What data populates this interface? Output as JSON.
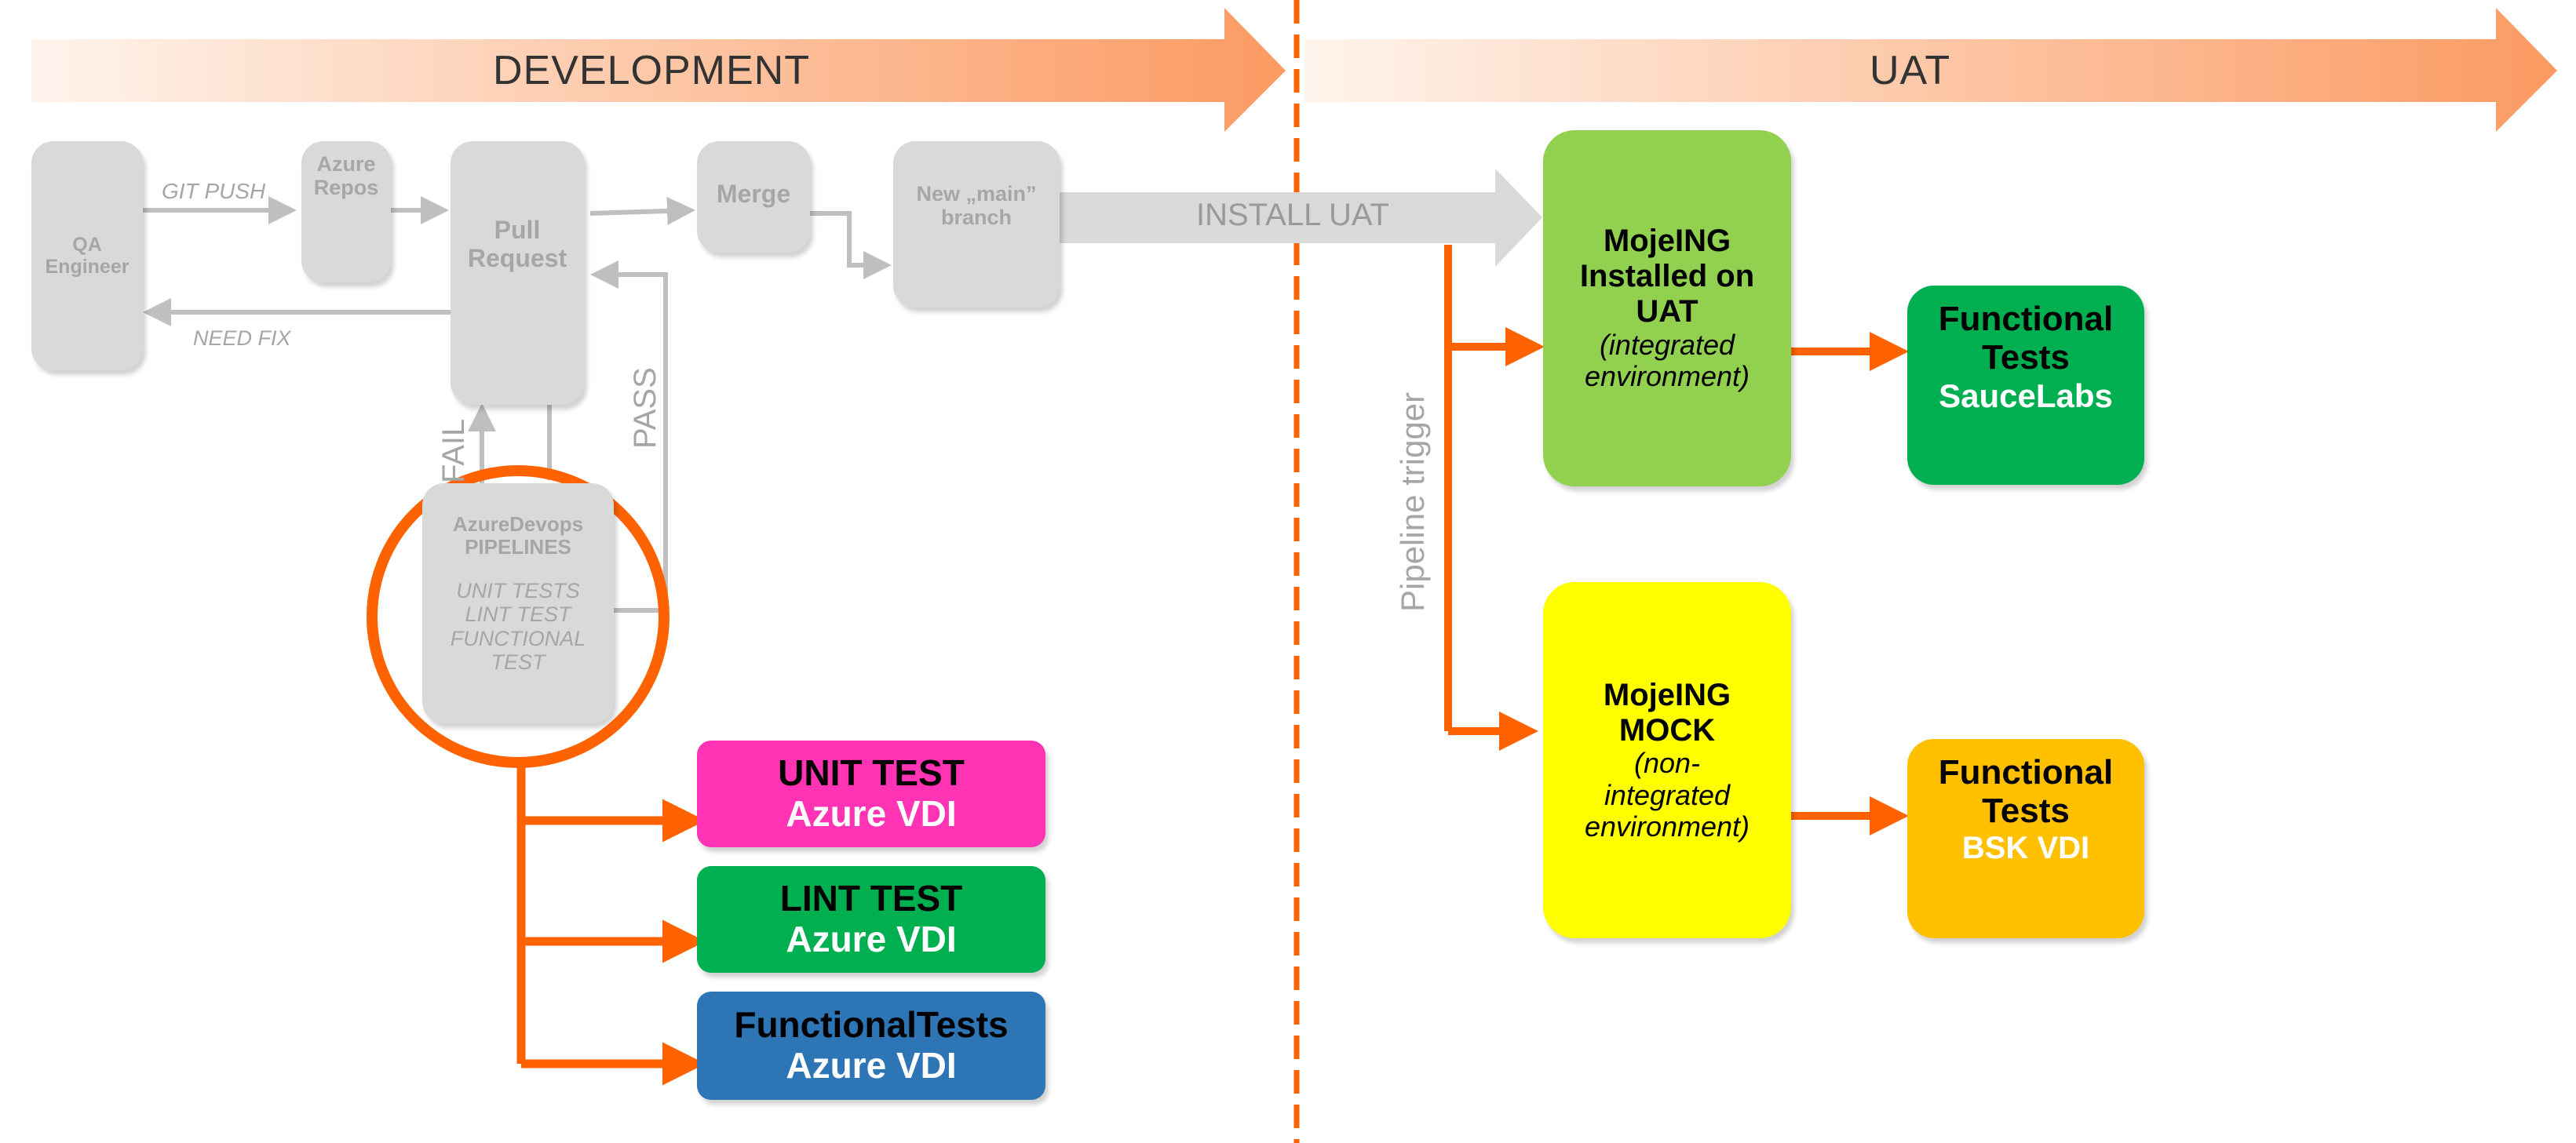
{
  "phases": {
    "development": "DEVELOPMENT",
    "uat": "UAT"
  },
  "nodes": {
    "qa_engineer": [
      "QA",
      "Engineer"
    ],
    "azure_repos": [
      "Azure",
      "Repos"
    ],
    "pull_request": [
      "Pull",
      "Request"
    ],
    "merge": "Merge",
    "new_main_branch": [
      "New „main”",
      "branch"
    ],
    "pipelines": {
      "title": "AzureDevops",
      "subtitle": "PIPELINES",
      "items": [
        "UNIT TESTS",
        "LINT TEST",
        "FUNCTIONAL",
        "TEST"
      ]
    },
    "unit_test": [
      "UNIT TEST",
      "Azure VDI"
    ],
    "lint_test": [
      "LINT TEST",
      "Azure VDI"
    ],
    "functional_tests_vdi": [
      "FunctionalTests",
      "Azure VDI"
    ],
    "mojeing_uat": {
      "lines": [
        "MojeING",
        "Installed on",
        "UAT"
      ],
      "note": [
        "(integrated",
        "environment)"
      ]
    },
    "mojeing_mock": {
      "lines": [
        "MojeING",
        "MOCK"
      ],
      "note": [
        "(non-",
        "integrated",
        "environment)"
      ]
    },
    "functional_saucelabs": [
      "Functional",
      "Tests",
      "SauceLabs"
    ],
    "functional_bsk": [
      "Functional",
      "Tests",
      "BSK VDI"
    ]
  },
  "edge_labels": {
    "git_push": "GIT PUSH",
    "need_fix": "NEED FIX",
    "fail": "FAIL",
    "pass": "PASS",
    "install_uat": "INSTALL UAT",
    "pipeline_trigger": "Pipeline trigger"
  },
  "colors": {
    "orange": "#ff6200",
    "gray_box": "#d9d9d9",
    "gray_text": "#a6a6a6",
    "unit_test": "#ff33b4",
    "lint_test": "#00b050",
    "functional_tests_vdi": "#2e75b6",
    "mojeing_uat": "#92d050",
    "mojeing_mock": "#ffff00",
    "functional_saucelabs": "#00b050",
    "functional_bsk": "#ffc000"
  }
}
